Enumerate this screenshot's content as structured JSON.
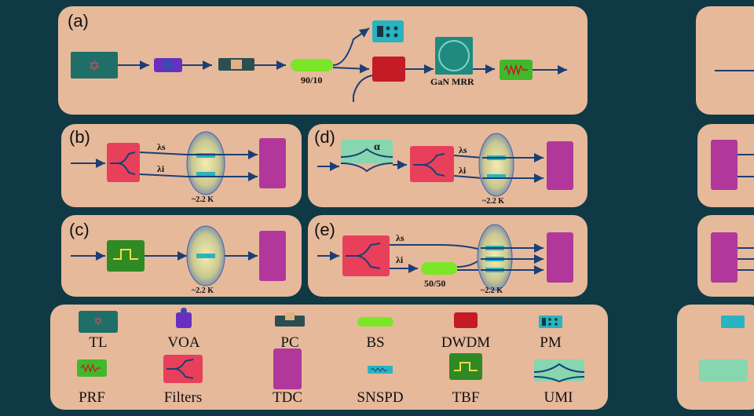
{
  "panels": {
    "a": {
      "label": "(a)",
      "bs_ratio": "90/10",
      "mrr": "GaN MRR"
    },
    "b": {
      "label": "(b)",
      "ls": "λs",
      "li": "λi",
      "temp": "~2.2 K"
    },
    "c": {
      "label": "(c)",
      "temp": "~2.2 K"
    },
    "d": {
      "label": "(d)",
      "ls": "λs",
      "li": "λi",
      "temp": "~2.2 K",
      "alpha": "α"
    },
    "e": {
      "label": "(e)",
      "ls": "λs",
      "li": "λi",
      "bs_ratio": "50/50",
      "temp": "~2.2 K"
    }
  },
  "legend": {
    "tl": "TL",
    "voa": "VOA",
    "pc": "PC",
    "bs": "BS",
    "dwdm": "DWDM",
    "pm": "PM",
    "prf": "PRF",
    "filters": "Filters",
    "tdc": "TDC",
    "snspd": "SNSPD",
    "tbf": "TBF",
    "umi": "UMI"
  },
  "colors": {
    "background": "#0f3a45",
    "panel": "#e6b99b",
    "fiber": "#1b3f75",
    "tl": "#1f6f68",
    "filters": "#e8405a",
    "tdc": "#b2379b",
    "dwdm": "#c41b25",
    "bs": "#7be627",
    "prf": "#41b82c",
    "umi": "#86d6b0",
    "snspd_cryo": "#5874bb"
  }
}
